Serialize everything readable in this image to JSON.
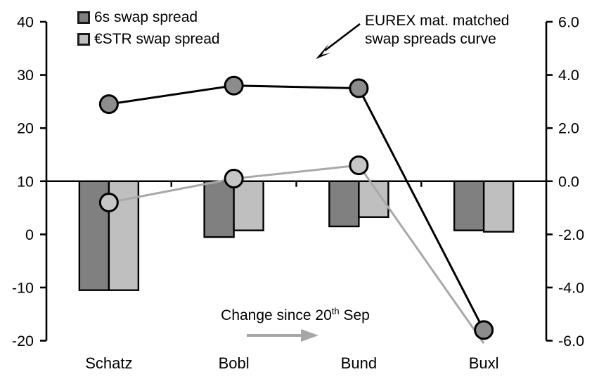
{
  "chart_data": {
    "type": "combo",
    "description": "Dual-axis chart: lines with markers on left axis (swap spread levels), bars hanging from zero line on right axis (change since 20th Sep)",
    "categories": [
      "Schatz",
      "Bobl",
      "Bund",
      "Buxl"
    ],
    "left_axis": {
      "min": -20,
      "max": 40,
      "tick_step": 10,
      "ticks": [
        "40",
        "30",
        "20",
        "10",
        "0",
        "-10",
        "-20"
      ]
    },
    "right_axis": {
      "min": -6.0,
      "max": 6.0,
      "tick_step": 2.0,
      "ticks": [
        "6.0",
        "4.0",
        "2.0",
        "0.0",
        "-2.0",
        "-4.0",
        "-6.0"
      ]
    },
    "line_series": [
      {
        "name": "6s swap spread curve",
        "axis": "left",
        "color": "#000000",
        "marker_fill": "#8C8C8C",
        "values": [
          24.5,
          28.0,
          27.5,
          -18.0
        ],
        "markers": [
          true,
          true,
          true,
          true
        ]
      },
      {
        "name": "€STR swap spread curve",
        "axis": "left",
        "color": "#A8A8A8",
        "marker_fill": "#C6C6C6",
        "values": [
          6.0,
          10.5,
          13.0,
          -20.5
        ],
        "markers": [
          true,
          true,
          true,
          false
        ]
      }
    ],
    "bar_series": [
      {
        "name": "6s swap spread",
        "axis": "right",
        "color": "#808080",
        "values": [
          -4.1,
          -2.1,
          -1.7,
          -1.85
        ]
      },
      {
        "name": "€STR swap spread",
        "axis": "right",
        "color": "#BFBFBF",
        "values": [
          -4.1,
          -1.85,
          -1.35,
          -1.9
        ]
      }
    ],
    "legend": [
      {
        "label": "6s swap spread",
        "color": "#808080"
      },
      {
        "label": "€STR swap spread",
        "color": "#BFBFBF"
      }
    ],
    "annotations": {
      "curve_label": {
        "line1": "EUREX mat. matched",
        "line2": "swap spreads curve"
      },
      "change": {
        "prefix": "Change since 20",
        "sup": "th",
        "suffix": " Sep"
      }
    },
    "colors": {
      "bar_dark": "#808080",
      "bar_light": "#BFBFBF",
      "line_black": "#000000",
      "line_gray": "#A8A8A8",
      "change_arrow": "#A6A6A6",
      "axis": "#000000"
    },
    "legend_position": "top-left",
    "grid": false
  }
}
